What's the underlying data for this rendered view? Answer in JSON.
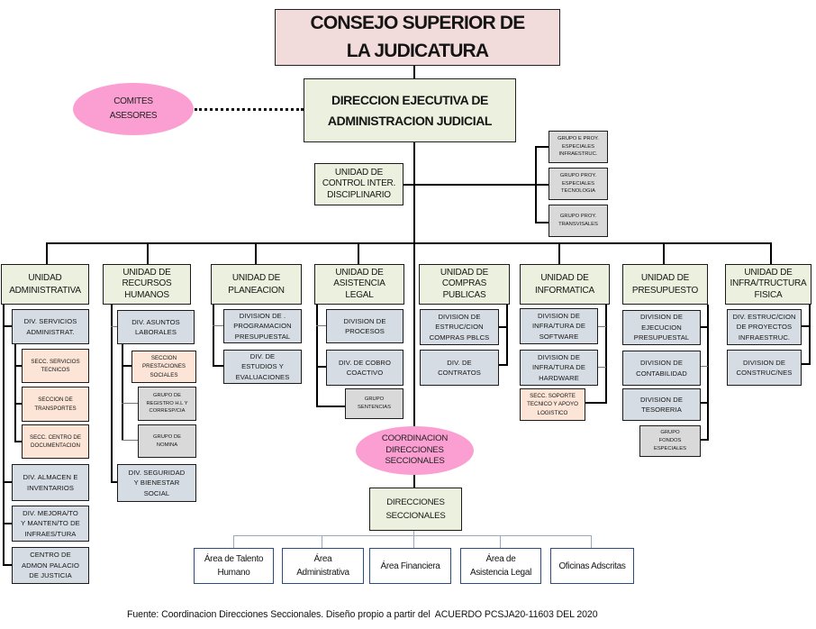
{
  "header": {
    "title": "CONSEJO SUPERIOR DE\nLA JUDICATURA"
  },
  "direccion_ejecutiva": {
    "label": "DIRECCION EJECUTIVA DE\nADMINISTRACION JUDICIAL"
  },
  "comites": {
    "label": "COMITES\nASESORES"
  },
  "control_interno": {
    "label": "UNIDAD DE\nCONTROL INTER.\nDISCIPLINARIO"
  },
  "grupos_proyectos": [
    {
      "label": "GRUPO E PROY.\nESPECIALES\nINFRAESTRUC."
    },
    {
      "label": "GRUPO PROY.\nESPECIALES\nTECNOLOGIA"
    },
    {
      "label": "GRUPO PROY.\nTRANSVISALES"
    }
  ],
  "units": [
    {
      "label": "UNIDAD\nADMINISTRATIVA",
      "children": [
        {
          "label": "DIV. SERVICIOS\nADMINISTRAT."
        },
        {
          "label": "SECC. SERVICIOS\nTECNICOS"
        },
        {
          "label": "SECCION DE\nTRANSPORTES"
        },
        {
          "label": "SECC. CENTRO DE\nDOCUMENTACION"
        },
        {
          "label": "DIV. ALMACEN E\nINVENTARIOS"
        },
        {
          "label": "DIV. MEJORA/TO\nY MANTEN/TO DE\nINFRAES/TURA"
        },
        {
          "label": "CENTRO DE\nADMON PALACIO\nDE JUSTICIA"
        }
      ]
    },
    {
      "label": "UNIDAD DE\nRECURSOS\nHUMANOS",
      "children": [
        {
          "label": "DIV. ASUNTOS\nLABORALES"
        },
        {
          "label": "SECCION\nPRESTACIONES\nSOCIALES"
        },
        {
          "label": "GRUPO DE\nREGISTRO H.L Y\nCORRESP/CIA"
        },
        {
          "label": "GRUPO DE\nNOMINA"
        },
        {
          "label": "DIV. SEGURIDAD\nY BIENESTAR\nSOCIAL"
        }
      ]
    },
    {
      "label": "UNIDAD DE\nPLANEACION",
      "children": [
        {
          "label": "DIVISION DE .\nPROGRAMACION\nPRESUPUESTAL"
        },
        {
          "label": "DIV. DE\nESTUDIOS Y\nEVALUACIONES"
        }
      ]
    },
    {
      "label": "UNIDAD DE\nASISTENCIA\nLEGAL",
      "children": [
        {
          "label": "DIVISION DE\nPROCESOS"
        },
        {
          "label": "DIV. DE COBRO\nCOACTIVO"
        },
        {
          "label": "GRUPO\nSENTENCIAS"
        }
      ]
    },
    {
      "label": "UNIDAD DE\nCOMPRAS\nPUBLICAS",
      "children": [
        {
          "label": "DIVISION DE\nESTRUC/CION\nCOMPRAS PBLCS"
        },
        {
          "label": "DIV. DE\nCONTRATOS"
        }
      ]
    },
    {
      "label": "UNIDAD DE\nINFORMATICA",
      "children": [
        {
          "label": "DIVISION DE\nINFRA/TURA DE\nSOFTWARE"
        },
        {
          "label": "DIVISION DE\nINFRA/TURA DE\nHARDWARE"
        },
        {
          "label": "SECC. SOPORTE\nTECNICO Y APOYO\nLOGISTICO"
        }
      ]
    },
    {
      "label": "UNIDAD DE\nPRESUPUESTO",
      "children": [
        {
          "label": "DIVISION DE\nEJECUCION\nPRESUPUESTAL"
        },
        {
          "label": "DIVISION DE\nCONTABILIDAD"
        },
        {
          "label": "DIVISION DE\nTESORERIA"
        },
        {
          "label": "GRUPO\nFONDOS\nESPECIALES"
        }
      ]
    },
    {
      "label": "UNIDAD DE\nINFRA/TRUCTURA\nFISICA",
      "children": [
        {
          "label": "DIV. ESTRUC/CION\nDE PROYECTOS\nINFRAESTRUC."
        },
        {
          "label": "DIVISION DE\nCONSTRUC/NES"
        }
      ]
    }
  ],
  "coordinacion": {
    "label": "COORDINACION\nDIRECCIONES\nSECCIONALES"
  },
  "direcciones_seccionales": {
    "label": "DIRECCIONES\nSECCIONALES",
    "areas": [
      {
        "label": "Área de Talento\nHumano"
      },
      {
        "label": "Área\nAdministrativa"
      },
      {
        "label": "Área Financiera"
      },
      {
        "label": "Área de\nAsistencia Legal"
      },
      {
        "label": "Oficinas Adscritas"
      }
    ]
  },
  "footer": {
    "source": "Fuente: Coordinacion Direcciones Seccionales. Diseño propio a partir del  ACUERDO PCSJA20-11603 DEL 2020"
  },
  "colors": {
    "consejo_fill": "#f2dcdb",
    "unit_fill": "#ebf1de",
    "division_fill": "#d6dce4",
    "seccion_fill": "#fce4d6",
    "grupo_fill": "#d9d9d9",
    "ellipse_fill": "#fb9fd2",
    "area_border": "#2f4a7f"
  }
}
